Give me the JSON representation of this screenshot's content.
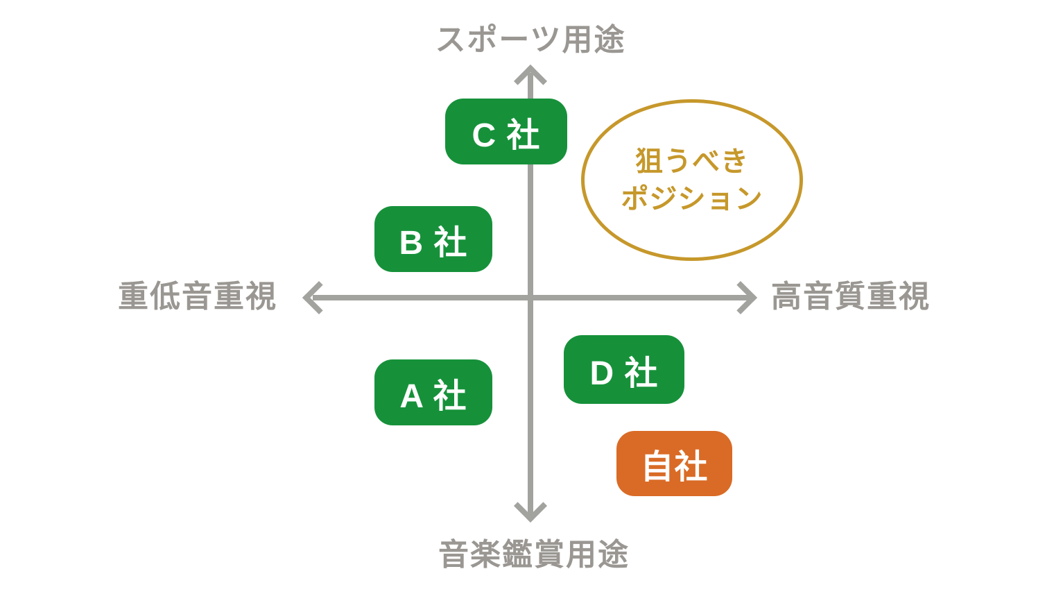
{
  "axes": {
    "top": "スポーツ用途",
    "bottom": "音楽鑑賞用途",
    "left": "重低音重視",
    "right": "高音質重視"
  },
  "companies": [
    {
      "label": "C 社",
      "quadrant": "top-center"
    },
    {
      "label": "B 社",
      "quadrant": "upper-left"
    },
    {
      "label": "A 社",
      "quadrant": "lower-left"
    },
    {
      "label": "D 社",
      "quadrant": "lower-right"
    }
  ],
  "own_company": {
    "label": "自社",
    "quadrant": "lower-right"
  },
  "target_position": {
    "line1": "狙うべき",
    "line2": "ポジション",
    "quadrant": "upper-right"
  },
  "colors": {
    "competitor_green": "#16913a",
    "own_company_orange": "#d96b26",
    "target_gold": "#c6982b",
    "axis_gray": "#a2a29f",
    "label_gray": "#9a9793"
  }
}
